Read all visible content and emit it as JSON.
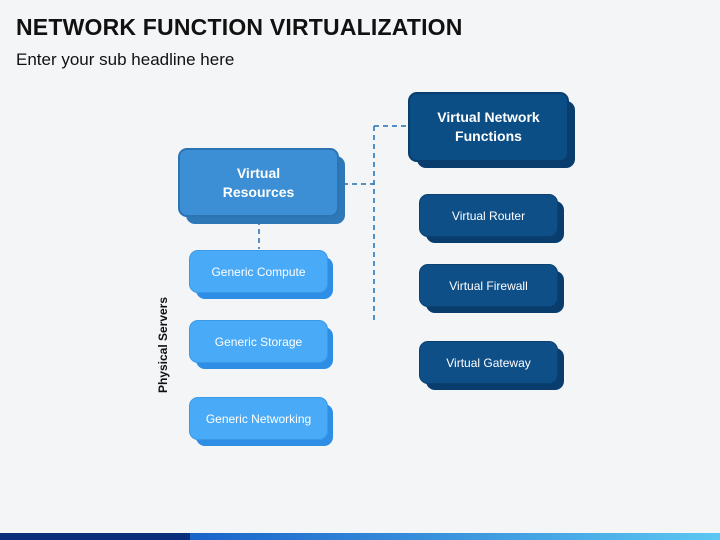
{
  "title": "NETWORK FUNCTION VIRTUALIZATION",
  "subtitle": "Enter your sub headline here",
  "virtual_resources": {
    "line1": "Virtual",
    "line2": "Resources"
  },
  "physical_servers_label": "Physical Servers",
  "generic": {
    "compute": "Generic Compute",
    "storage": "Generic Storage",
    "networking": "Generic Networking"
  },
  "vnf": {
    "line1": "Virtual Network",
    "line2": "Functions"
  },
  "functions": {
    "router": "Virtual Router",
    "firewall": "Virtual Firewall",
    "gateway": "Virtual Gateway"
  },
  "colors": {
    "virtual_resources": "#3c8fd4",
    "generic": "#49aaf7",
    "vnf": "#0b4e86",
    "connector": "#1f6fb2"
  }
}
